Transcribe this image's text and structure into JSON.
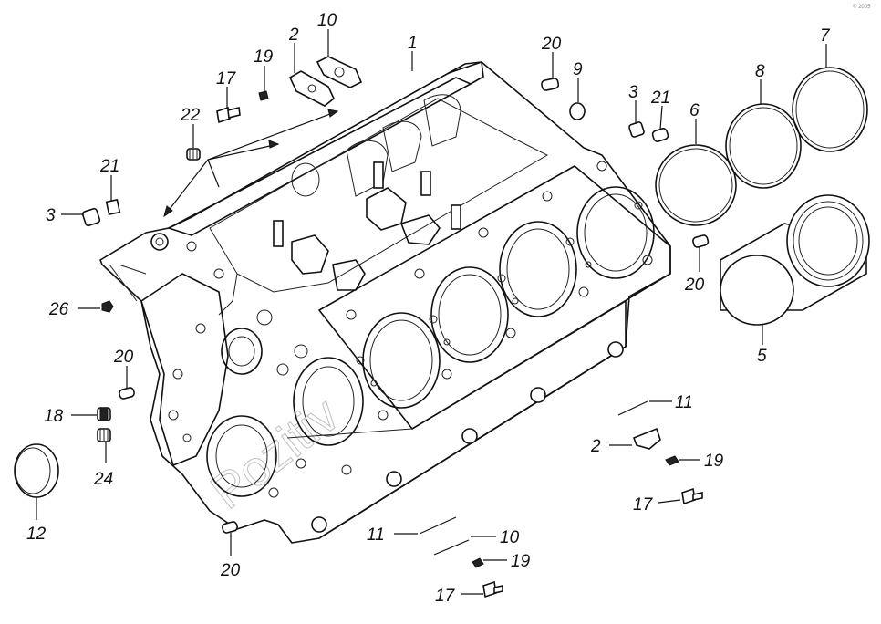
{
  "callouts": [
    {
      "id": "c1",
      "label": "1"
    },
    {
      "id": "c2a",
      "label": "2"
    },
    {
      "id": "c2b",
      "label": "2"
    },
    {
      "id": "c3a",
      "label": "3"
    },
    {
      "id": "c3b",
      "label": "3"
    },
    {
      "id": "c5",
      "label": "5"
    },
    {
      "id": "c6",
      "label": "6"
    },
    {
      "id": "c7",
      "label": "7"
    },
    {
      "id": "c8",
      "label": "8"
    },
    {
      "id": "c9",
      "label": "9"
    },
    {
      "id": "c10a",
      "label": "10"
    },
    {
      "id": "c10b",
      "label": "10"
    },
    {
      "id": "c11a",
      "label": "11"
    },
    {
      "id": "c11b",
      "label": "11"
    },
    {
      "id": "c12",
      "label": "12"
    },
    {
      "id": "c17a",
      "label": "17"
    },
    {
      "id": "c17b",
      "label": "17"
    },
    {
      "id": "c17c",
      "label": "17"
    },
    {
      "id": "c18",
      "label": "18"
    },
    {
      "id": "c19a",
      "label": "19"
    },
    {
      "id": "c19b",
      "label": "19"
    },
    {
      "id": "c19c",
      "label": "19"
    },
    {
      "id": "c20a",
      "label": "20"
    },
    {
      "id": "c20b",
      "label": "20"
    },
    {
      "id": "c20c",
      "label": "20"
    },
    {
      "id": "c20d",
      "label": "20"
    },
    {
      "id": "c21a",
      "label": "21"
    },
    {
      "id": "c21b",
      "label": "21"
    },
    {
      "id": "c22",
      "label": "22"
    },
    {
      "id": "c24",
      "label": "24"
    },
    {
      "id": "c26",
      "label": "26"
    }
  ],
  "watermark": "Pozitiv",
  "corner_mark": "© 2005"
}
